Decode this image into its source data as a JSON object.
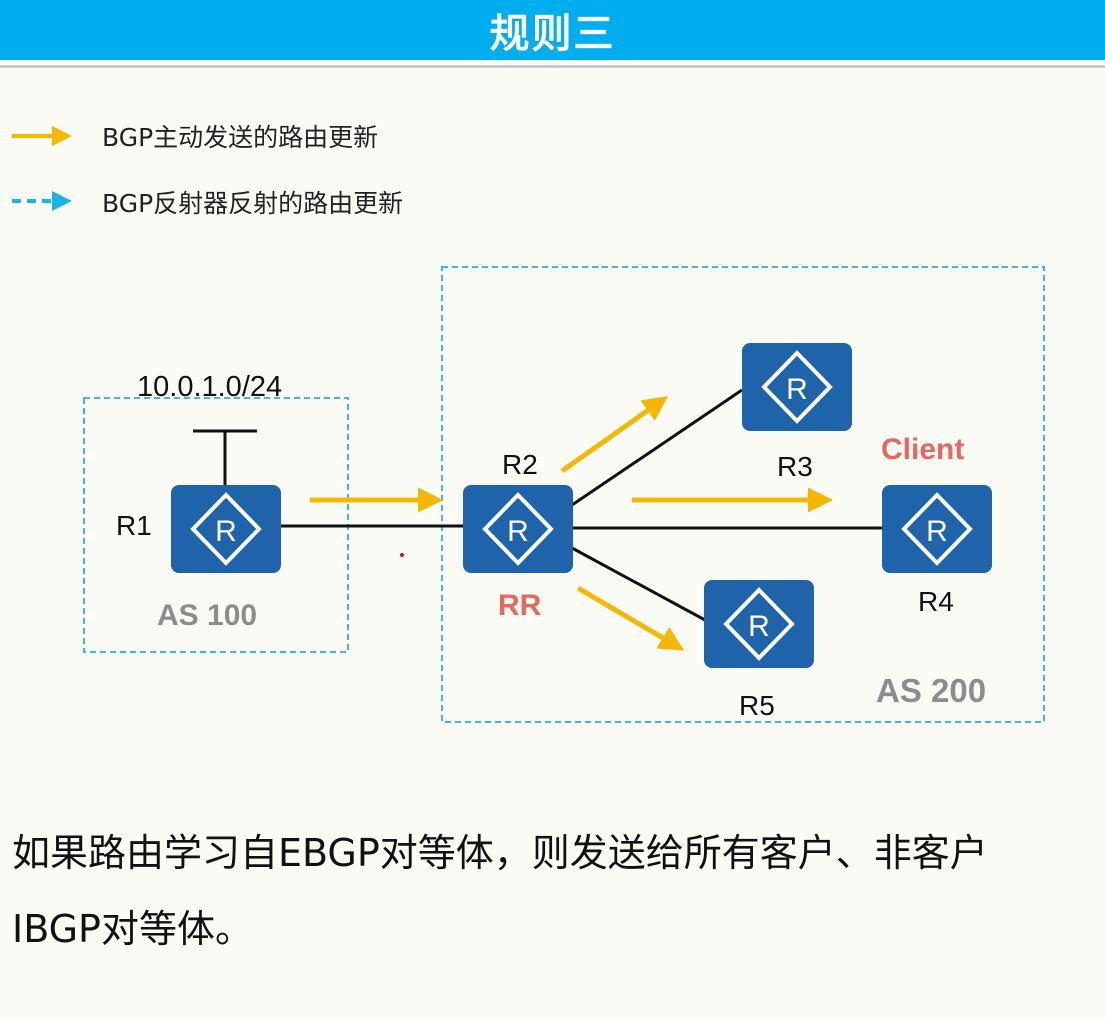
{
  "title": "规则三",
  "legend": {
    "solid_label": "BGP主动发送的路由更新",
    "dashed_label": "BGP反射器反射的路由更新"
  },
  "diagram": {
    "network_label": "10.0.1.0/24",
    "routers": {
      "r1": "R1",
      "r2": "R2",
      "r3": "R3",
      "r4": "R4",
      "r5": "R5",
      "router_glyph": "R"
    },
    "rr_label": "RR",
    "client_label": "Client",
    "as100_label": "AS 100",
    "as200_label": "AS 200"
  },
  "body": {
    "line1": "如果路由学习自EBGP对等体，则发送给所有客户、非客户",
    "line2": "IBGP对等体。"
  },
  "colors": {
    "title_bar": "#00aeef",
    "solid_arrow": "#f5b800",
    "dashed_arrow": "#1bb3e6",
    "router_fill": "#1f63ab",
    "label_red": "#e8675f",
    "label_gray": "#8c8c8c"
  },
  "icons": [
    "router-icon",
    "arrow-right-icon",
    "dashed-arrow-right-icon"
  ]
}
